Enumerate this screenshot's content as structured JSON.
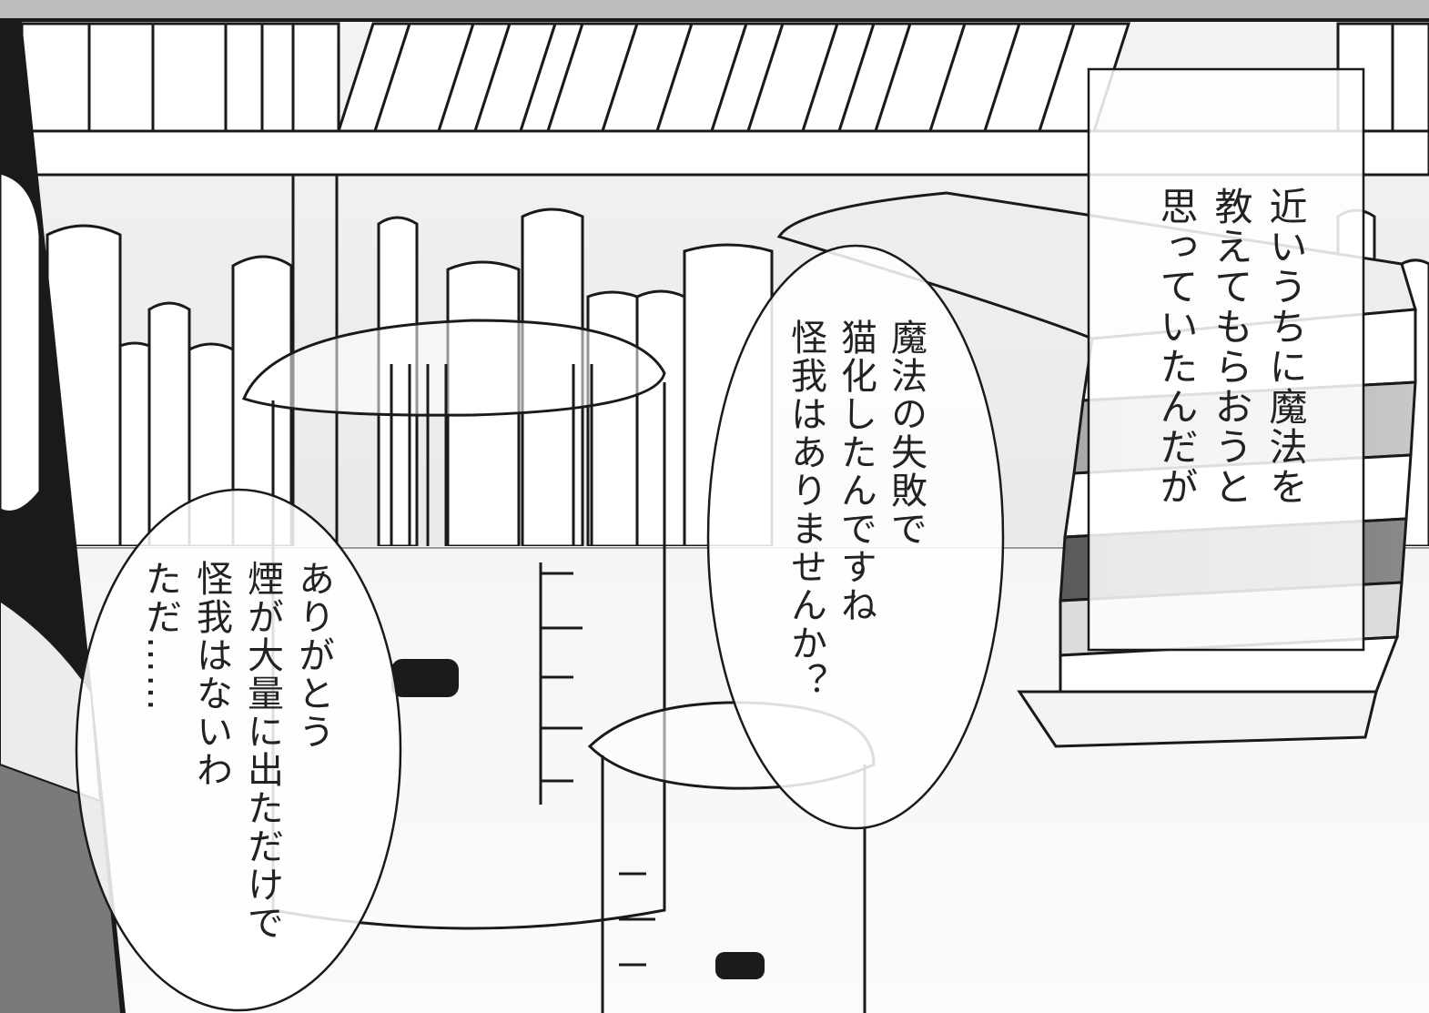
{
  "narration": {
    "lines": [
      "近いうちに魔法を",
      "教えてもらおうと",
      "思っていたんだが"
    ]
  },
  "bubble_center": {
    "lines": [
      "魔法の失敗で",
      "猫化したんですね",
      "怪我はありませんか？"
    ]
  },
  "bubble_left": {
    "lines": [
      "ありがとう",
      "煙が大量に出ただけで",
      "怪我はないわ",
      "ただ……"
    ]
  },
  "colors": {
    "ink": "#1a1a1a",
    "paper": "#ffffff",
    "screentone_light": "#d9d9d9",
    "screentone_dark": "#6a6a6a"
  }
}
